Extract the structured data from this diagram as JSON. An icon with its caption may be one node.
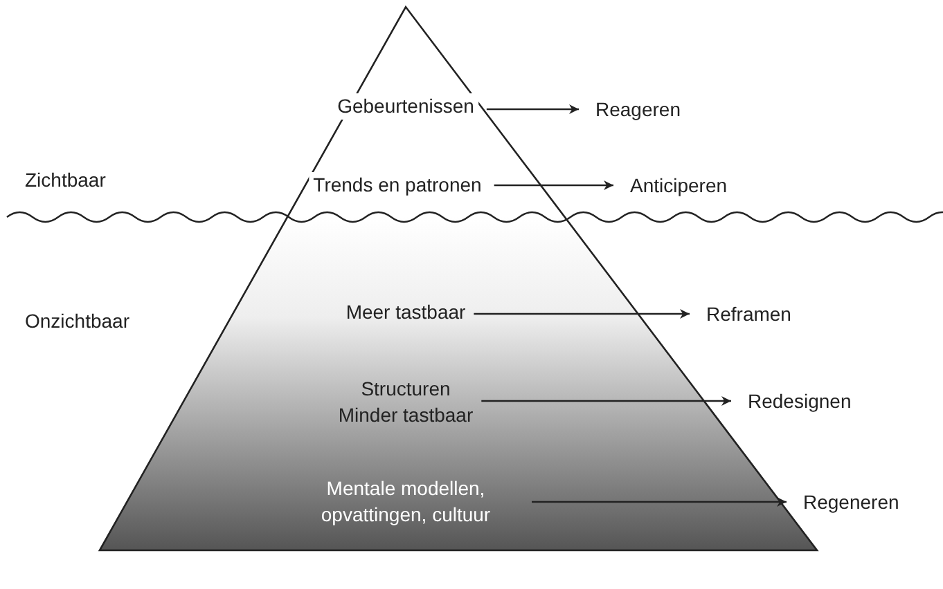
{
  "diagram": {
    "nodes": [
      {
        "text": [
          "Gebeurtenissen"
        ]
      },
      {
        "text": [
          "Reageren"
        ]
      },
      {
        "text": [
          "Trends en patronen"
        ]
      },
      {
        "text": [
          "Anticiperen"
        ]
      },
      {
        "text": [
          "Meer tastbaar"
        ]
      },
      {
        "text": [
          "Reframen"
        ]
      },
      {
        "text": [
          "Structuren",
          "Minder tastbaar"
        ]
      },
      {
        "text": [
          "Redesignen"
        ]
      },
      {
        "text": [
          "Mentale modellen, opvattingen, cultuur"
        ]
      },
      {
        "text": [
          "Regeneren"
        ]
      }
    ],
    "edges": [
      {
        "from": 0,
        "to": 1,
        "arrow": "to"
      },
      {
        "from": 2,
        "to": 3,
        "arrow": "to"
      },
      {
        "from": 4,
        "to": 5,
        "arrow": "to"
      },
      {
        "from": 6,
        "to": 7,
        "arrow": "to"
      },
      {
        "from": 8,
        "to": 9,
        "arrow": "to"
      }
    ],
    "labels": [
      "Zichtbaar",
      "Onzichtbaar"
    ]
  }
}
